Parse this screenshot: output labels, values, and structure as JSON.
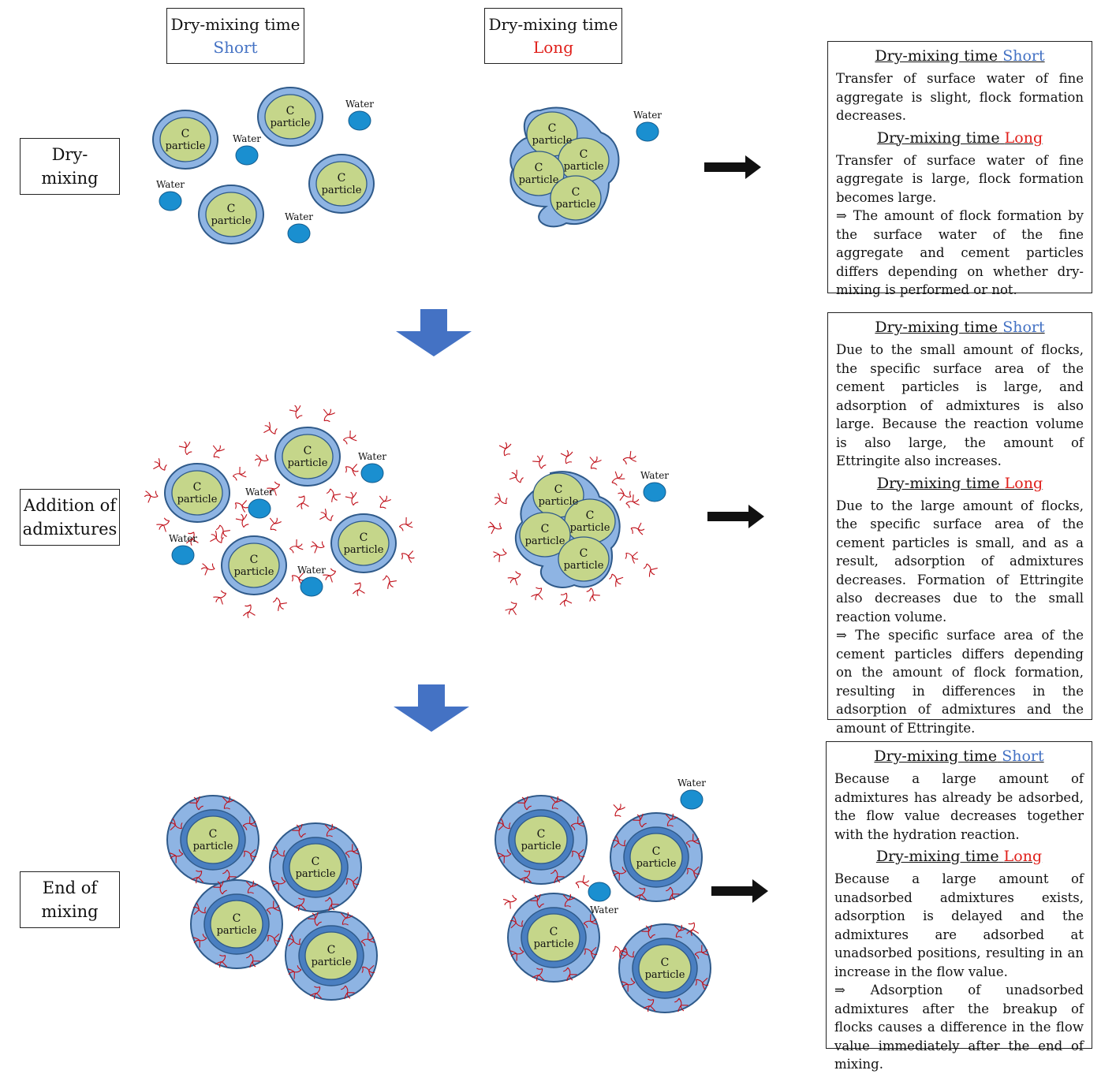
{
  "headers": {
    "col1_title": "Dry-mixing time",
    "col1_value": "Short",
    "col2_title": "Dry-mixing time",
    "col2_value": "Long"
  },
  "stages": {
    "dry_mixing": "Dry-\nmixing",
    "addition": "Addition of\nadmixtures",
    "end": "End of\nmixing"
  },
  "labels": {
    "particle_c": "C",
    "particle_word": "particle",
    "water": "Water"
  },
  "panels": [
    {
      "short_heading": "Dry-mixing time",
      "short_word": "Short",
      "short_text": "Transfer of surface water of fine aggregate is slight, flock formation decreases.",
      "long_heading": "Dry-mixing time",
      "long_word": "Long",
      "long_text": "Transfer of surface water of fine aggregate is large, flock formation becomes large.",
      "conclusion": "⇒ The amount of flock formation by the surface water of the fine aggregate and cement particles differs depending on whether dry-mixing is performed or not."
    },
    {
      "short_heading": "Dry-mixing time",
      "short_word": "Short",
      "short_text": "Due to the small amount of flocks, the specific surface area of the cement particles is large, and adsorption of admixtures is also large. Because the reaction volume is also large, the amount of Ettringite also increases.",
      "long_heading": "Dry-mixing time",
      "long_word": "Long",
      "long_text": "Due to the large amount of flocks, the specific surface area of the cement particles is small, and as a result, adsorption of admixtures decreases. Formation of Ettringite also decreases due to the small reaction volume.",
      "conclusion": "⇒ The specific surface area of the cement particles differs depending on the amount of flock formation, resulting in differences in the adsorption of admixtures and the amount of Ettringite."
    },
    {
      "short_heading": "Dry-mixing time",
      "short_word": "Short",
      "short_text": "Because a large amount of admixtures has already be adsorbed, the flow value decreases together with the hydration reaction.",
      "long_heading": "Dry-mixing time",
      "long_word": "Long",
      "long_text": "Because a large amount of unadsorbed admixtures exists, adsorption is delayed and the admixtures are adsorbed at unadsorbed positions, resulting in an increase in the flow value.",
      "conclusion": "⇒ Adsorption of unadsorbed admixtures after the breakup of flocks causes a difference in the flow value immediately after the end of mixing."
    }
  ],
  "colors": {
    "particle_fill": "#c5d68a",
    "particle_stroke": "#2f5a8a",
    "shell_fill": "#8eb4e3",
    "shell_dark": "#4a7fc1",
    "water_fill": "#1a8fd0",
    "admixture": "#c0101a",
    "flow_arrow": "#4472c4",
    "result_arrow": "#111111",
    "short_color": "#4472c4",
    "long_color": "#e0201b"
  }
}
